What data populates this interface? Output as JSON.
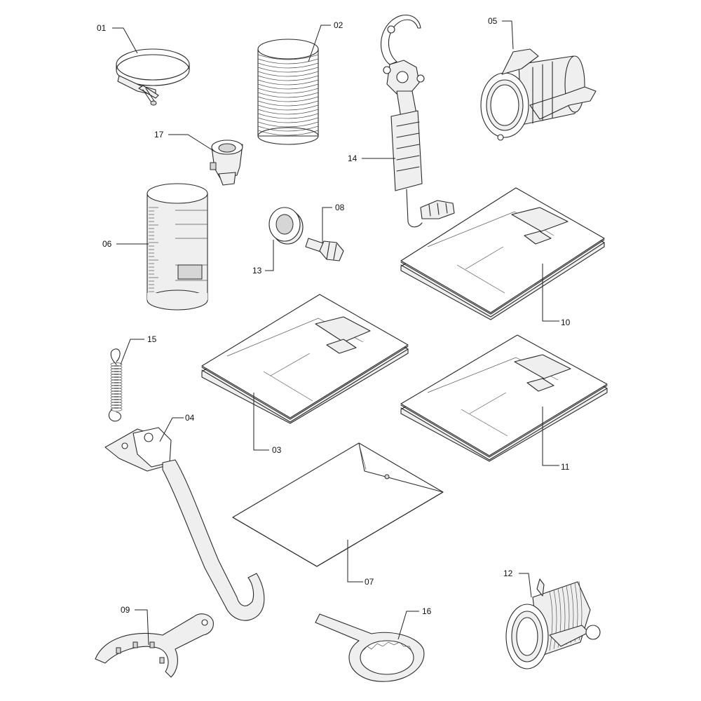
{
  "parts": {
    "p01": "01",
    "p02": "02",
    "p03": "03",
    "p04": "04",
    "p05": "05",
    "p06": "06",
    "p07": "07",
    "p08": "08",
    "p09": "09",
    "p10": "10",
    "p11": "11",
    "p12": "12",
    "p13": "13",
    "p14": "14",
    "p15": "15",
    "p16": "16",
    "p17": "17"
  }
}
